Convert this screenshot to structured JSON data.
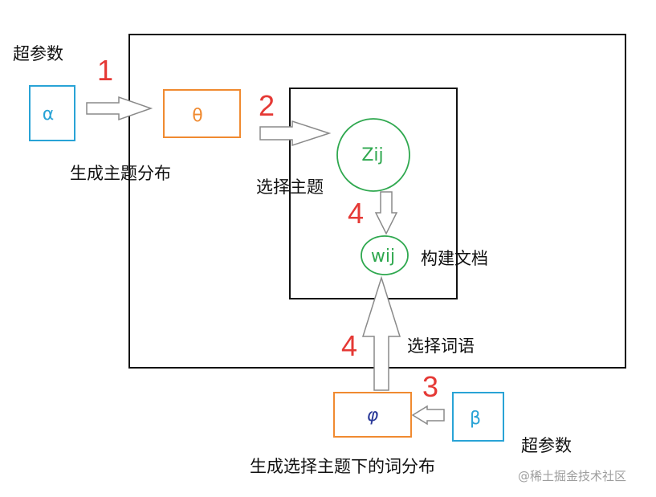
{
  "labels": {
    "hyper_top": "超参数",
    "gen_topic_dist": "生成主题分布",
    "choose_topic": "选择主题",
    "build_doc": "构建文档",
    "choose_word": "选择词语",
    "hyper_bottom": "超参数",
    "gen_word_dist": "生成选择主题下的词分布"
  },
  "steps": {
    "s1": "1",
    "s2": "2",
    "s3": "3",
    "s4a": "4",
    "s4b": "4"
  },
  "nodes": {
    "alpha": "α",
    "theta": "θ",
    "z": "Zij",
    "w": "wij",
    "phi": "φ",
    "beta": "β"
  },
  "watermark": "@稀土掘金技术社区",
  "colors": {
    "hyper": "#29a3d6",
    "theta_box": "#f08a30",
    "latent": "#2fa84f",
    "phi_glyph": "#2b3a99",
    "step": "#e53935",
    "arrow": "#8a8a8a"
  }
}
